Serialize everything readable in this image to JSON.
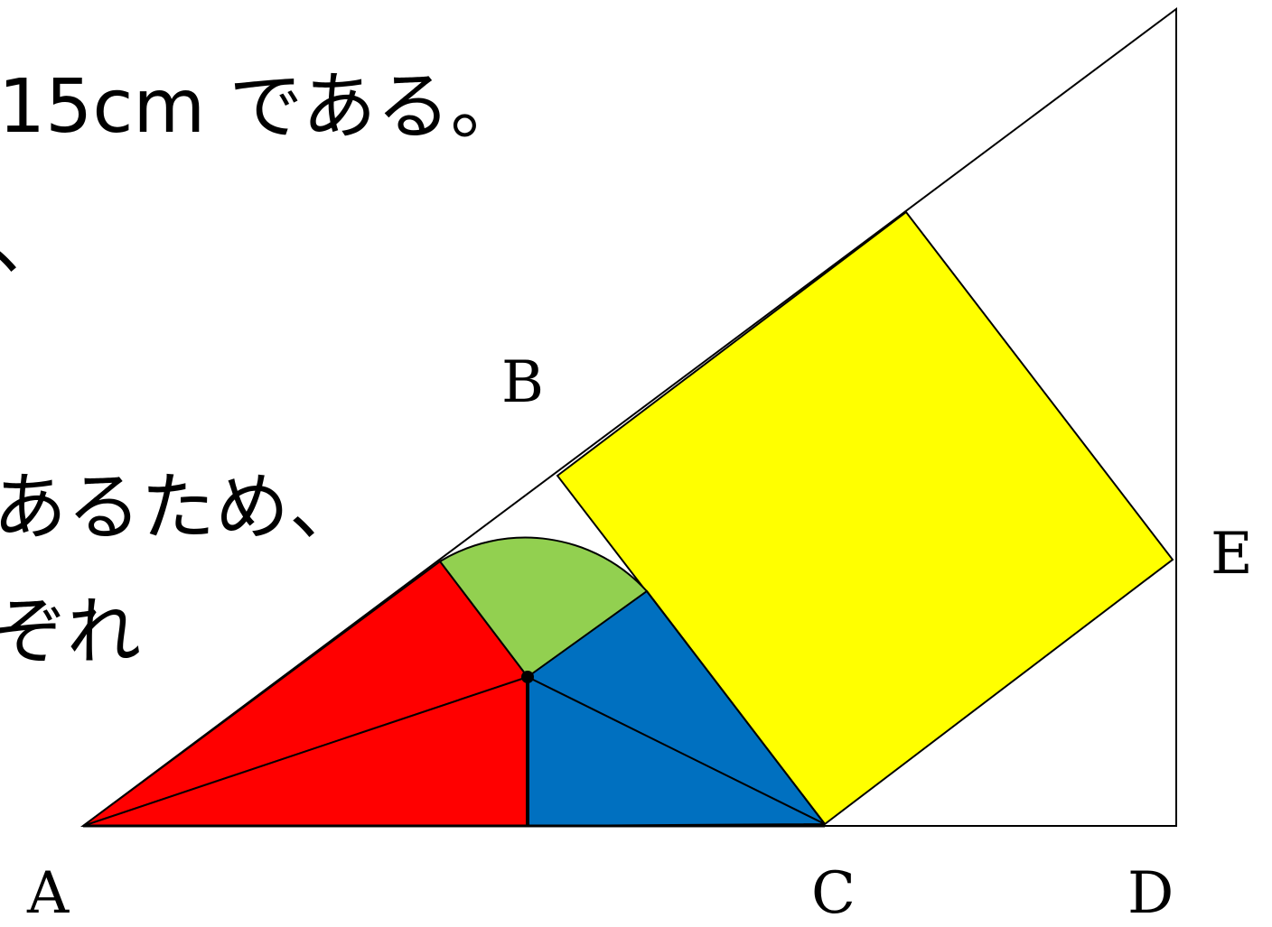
{
  "text_lines": [
    "15cm である。",
    "、",
    "あるため、",
    "ぞれ"
  ],
  "points": {
    "A": "A",
    "B": "B",
    "C": "C",
    "D": "D",
    "E": "E"
  },
  "colors": {
    "red": "#ff0000",
    "green": "#92d050",
    "blue": "#0070c0",
    "yellow": "#ffff00",
    "stroke": "#000000"
  }
}
